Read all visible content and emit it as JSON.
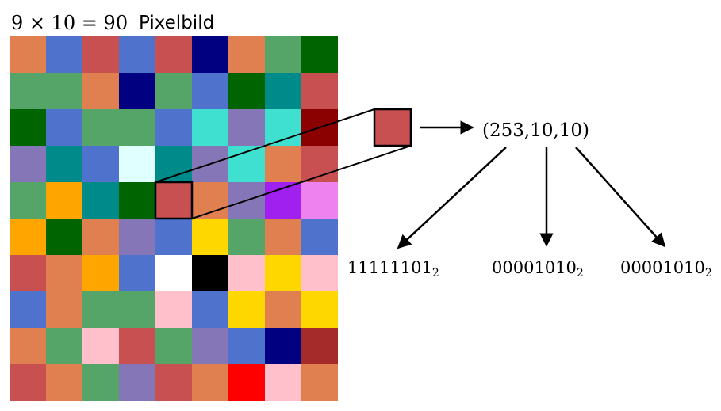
{
  "header": {
    "dimensions": "9 × 10 = 90",
    "title": "Pixelbild"
  },
  "grid": {
    "columns": 9,
    "rows": 10,
    "cells": [
      [
        "#e08050",
        "#4f72cc",
        "#c85050",
        "#4f72cc",
        "#c85050",
        "#000080",
        "#e08050",
        "#56a568",
        "#006400"
      ],
      [
        "#56a568",
        "#56a568",
        "#e08050",
        "#000080",
        "#56a568",
        "#4f72cc",
        "#006400",
        "#008b8b",
        "#c85050"
      ],
      [
        "#006400",
        "#4f72cc",
        "#56a568",
        "#56a568",
        "#4f72cc",
        "#40e0d0",
        "#8576b8",
        "#40e0d0",
        "#8b0000"
      ],
      [
        "#8576b8",
        "#008b8b",
        "#4f72cc",
        "#e0ffff",
        "#008b8b",
        "#8576b8",
        "#40e0d0",
        "#e08050",
        "#c85050"
      ],
      [
        "#56a568",
        "#ffa500",
        "#008b8b",
        "#006400",
        "#c85050",
        "#e08050",
        "#8576b8",
        "#a020f0",
        "#ee82ee"
      ],
      [
        "#ffa500",
        "#006400",
        "#e08050",
        "#8576b8",
        "#4f72cc",
        "#ffd700",
        "#56a568",
        "#e08050",
        "#4f72cc"
      ],
      [
        "#c85050",
        "#e08050",
        "#ffa500",
        "#4f72cc",
        "#ffffff",
        "#000000",
        "#ffc0cb",
        "#ffd700",
        "#ffc0cb"
      ],
      [
        "#4f72cc",
        "#e08050",
        "#56a568",
        "#56a568",
        "#ffc0cb",
        "#4f72cc",
        "#ffd700",
        "#e08050",
        "#ffd700"
      ],
      [
        "#e08050",
        "#56a568",
        "#ffc0cb",
        "#c85050",
        "#56a568",
        "#8576b8",
        "#4f72cc",
        "#000080",
        "#a52a2a"
      ],
      [
        "#c85050",
        "#e08050",
        "#56a568",
        "#8576b8",
        "#c85050",
        "#e08050",
        "#ff0000",
        "#ffc0cb",
        "#e08050"
      ]
    ],
    "highlighted_cell": {
      "row": 4,
      "col": 4
    }
  },
  "zoom": {
    "color": "#c85050"
  },
  "rgb": {
    "tuple": "(253,10,10)",
    "red_binary": "11111101",
    "green_binary": "00001010",
    "blue_binary": "00001010",
    "base": "2"
  }
}
